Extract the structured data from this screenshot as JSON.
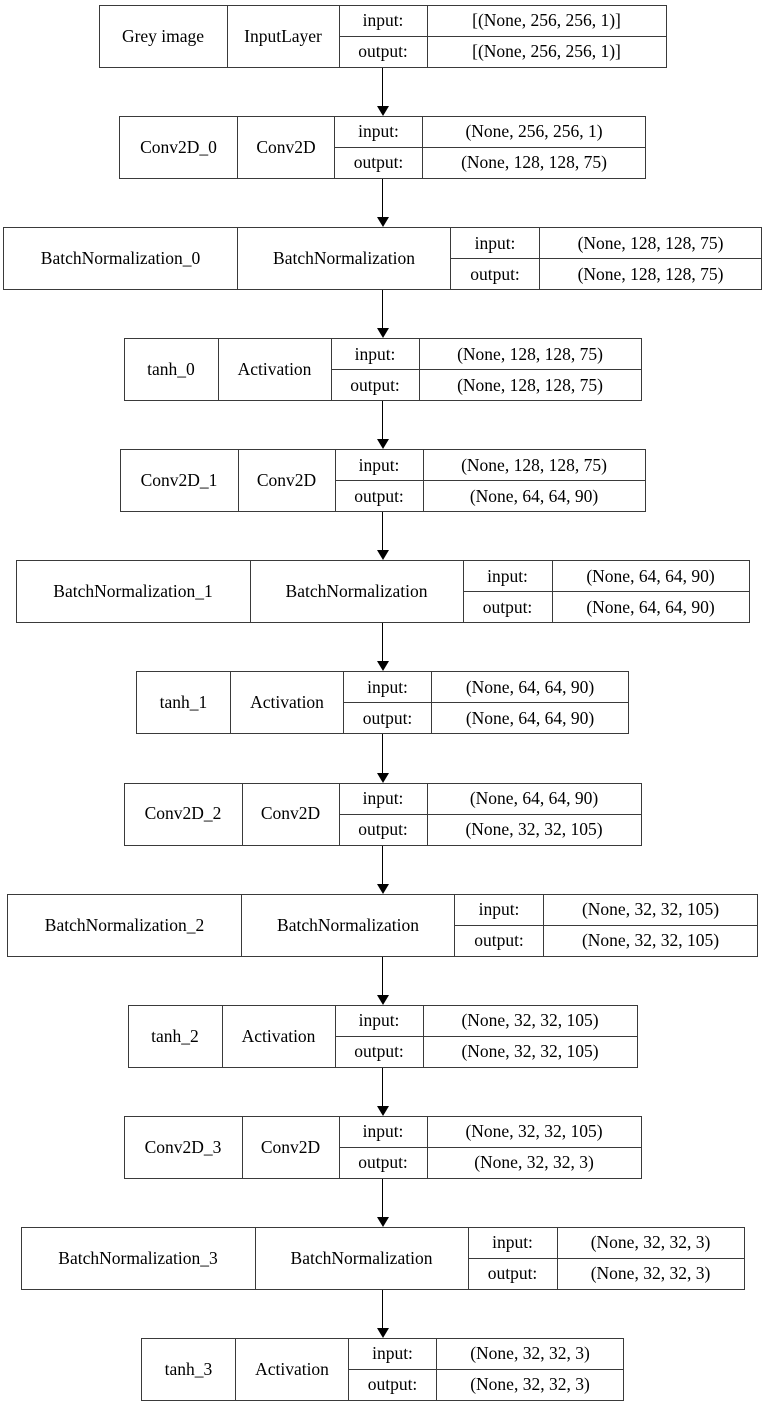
{
  "diagram": {
    "kind": "keras-model-plot",
    "orientation": "top-to-bottom",
    "columns": [
      "layer_name",
      "layer_class",
      "io_label",
      "io_shape"
    ],
    "io_labels": {
      "input": "input:",
      "output": "output:"
    },
    "colors": {
      "background": "#ffffff",
      "border": "#3a3a3a",
      "text": "#000000",
      "arrow": "#000000"
    },
    "arrow_count": 11,
    "node_count": 12
  },
  "nodes": [
    {
      "name": "Grey image",
      "class": "InputLayer",
      "input_shape": "[(None, 256, 256, 1)]",
      "output_shape": "[(None, 256, 256, 1)]",
      "name_w": 128,
      "class_w": 112,
      "label_w": 88,
      "shape_w": 238
    },
    {
      "name": "Conv2D_0",
      "class": "Conv2D",
      "input_shape": "(None, 256, 256, 1)",
      "output_shape": "(None, 128, 128, 75)",
      "name_w": 118,
      "class_w": 97,
      "label_w": 88,
      "shape_w": 222
    },
    {
      "name": "BatchNormalization_0",
      "class": "BatchNormalization",
      "input_shape": "(None, 128, 128, 75)",
      "output_shape": "(None, 128, 128, 75)",
      "name_w": 234,
      "class_w": 213,
      "label_w": 89,
      "shape_w": 221
    },
    {
      "name": "tanh_0",
      "class": "Activation",
      "input_shape": "(None, 128, 128, 75)",
      "output_shape": "(None, 128, 128, 75)",
      "name_w": 94,
      "class_w": 113,
      "label_w": 88,
      "shape_w": 221
    },
    {
      "name": "Conv2D_1",
      "class": "Conv2D",
      "input_shape": "(None, 128, 128, 75)",
      "output_shape": "(None, 64, 64, 90)",
      "name_w": 118,
      "class_w": 97,
      "label_w": 88,
      "shape_w": 221
    },
    {
      "name": "BatchNormalization_1",
      "class": "BatchNormalization",
      "input_shape": "(None, 64, 64, 90)",
      "output_shape": "(None, 64, 64, 90)",
      "name_w": 234,
      "class_w": 213,
      "label_w": 89,
      "shape_w": 196
    },
    {
      "name": "tanh_1",
      "class": "Activation",
      "input_shape": "(None, 64, 64, 90)",
      "output_shape": "(None, 64, 64, 90)",
      "name_w": 94,
      "class_w": 113,
      "label_w": 88,
      "shape_w": 196
    },
    {
      "name": "Conv2D_2",
      "class": "Conv2D",
      "input_shape": "(None, 64, 64, 90)",
      "output_shape": "(None, 32, 32, 105)",
      "name_w": 118,
      "class_w": 97,
      "label_w": 88,
      "shape_w": 213
    },
    {
      "name": "BatchNormalization_2",
      "class": "BatchNormalization",
      "input_shape": "(None, 32, 32, 105)",
      "output_shape": "(None, 32, 32, 105)",
      "name_w": 234,
      "class_w": 213,
      "label_w": 89,
      "shape_w": 213
    },
    {
      "name": "tanh_2",
      "class": "Activation",
      "input_shape": "(None, 32, 32, 105)",
      "output_shape": "(None, 32, 32, 105)",
      "name_w": 94,
      "class_w": 113,
      "label_w": 88,
      "shape_w": 213
    },
    {
      "name": "Conv2D_3",
      "class": "Conv2D",
      "input_shape": "(None, 32, 32, 105)",
      "output_shape": "(None, 32, 32, 3)",
      "name_w": 118,
      "class_w": 97,
      "label_w": 88,
      "shape_w": 213
    },
    {
      "name": "BatchNormalization_3",
      "class": "BatchNormalization",
      "input_shape": "(None, 32, 32, 3)",
      "output_shape": "(None, 32, 32, 3)",
      "name_w": 234,
      "class_w": 213,
      "label_w": 89,
      "shape_w": 186
    },
    {
      "name": "tanh_3",
      "class": "Activation",
      "input_shape": "(None, 32, 32, 3)",
      "output_shape": "(None, 32, 32, 3)",
      "name_w": 94,
      "class_w": 113,
      "label_w": 88,
      "shape_w": 186
    }
  ]
}
